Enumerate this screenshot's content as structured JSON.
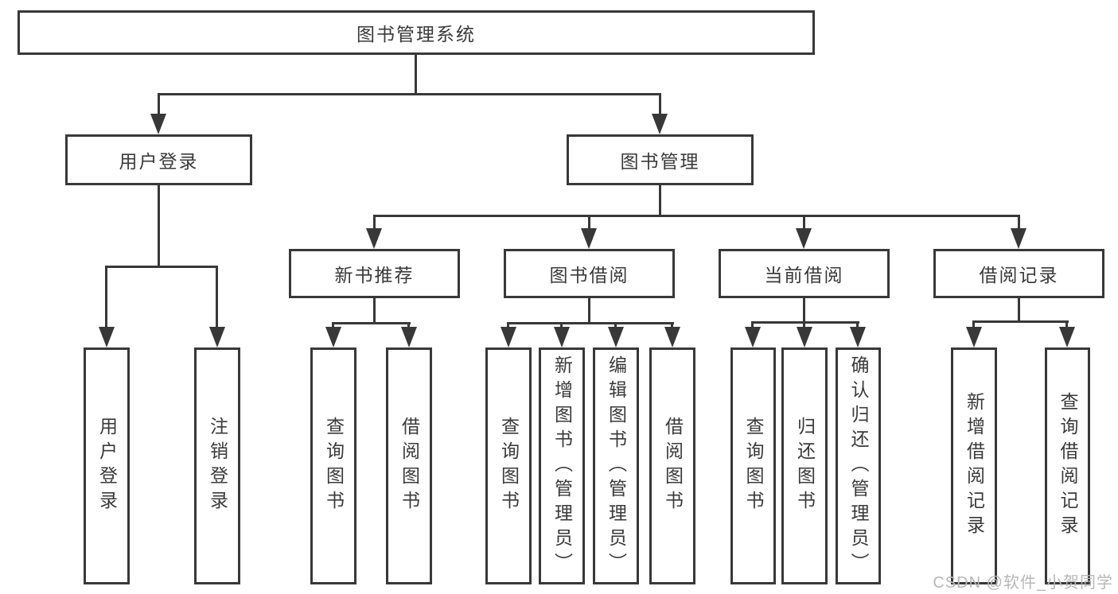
{
  "tree": {
    "label": "图书管理系统",
    "children": [
      {
        "label": "用户登录",
        "children": [
          {
            "label": "用户登录"
          },
          {
            "label": "注销登录"
          }
        ]
      },
      {
        "label": "图书管理",
        "children": [
          {
            "label": "新书推荐",
            "children": [
              {
                "label": "查询图书"
              },
              {
                "label": "借阅图书"
              }
            ]
          },
          {
            "label": "图书借阅",
            "children": [
              {
                "label": "查询图书"
              },
              {
                "label": "新增图书（管理员）"
              },
              {
                "label": "编辑图书（管理员）"
              },
              {
                "label": "借阅图书"
              }
            ]
          },
          {
            "label": "当前借阅",
            "children": [
              {
                "label": "查询图书"
              },
              {
                "label": "归还图书"
              },
              {
                "label": "确认归还（管理员）"
              }
            ]
          },
          {
            "label": "借阅记录",
            "children": [
              {
                "label": "新增借阅记录"
              },
              {
                "label": "查询借阅记录"
              }
            ]
          }
        ]
      }
    ]
  },
  "watermark": "CSDN @软件_小贺同学",
  "colors": {
    "line": "#383838",
    "text": "#3a3a3a",
    "watermark": "#b7b7b7",
    "background": "#ffffff"
  }
}
